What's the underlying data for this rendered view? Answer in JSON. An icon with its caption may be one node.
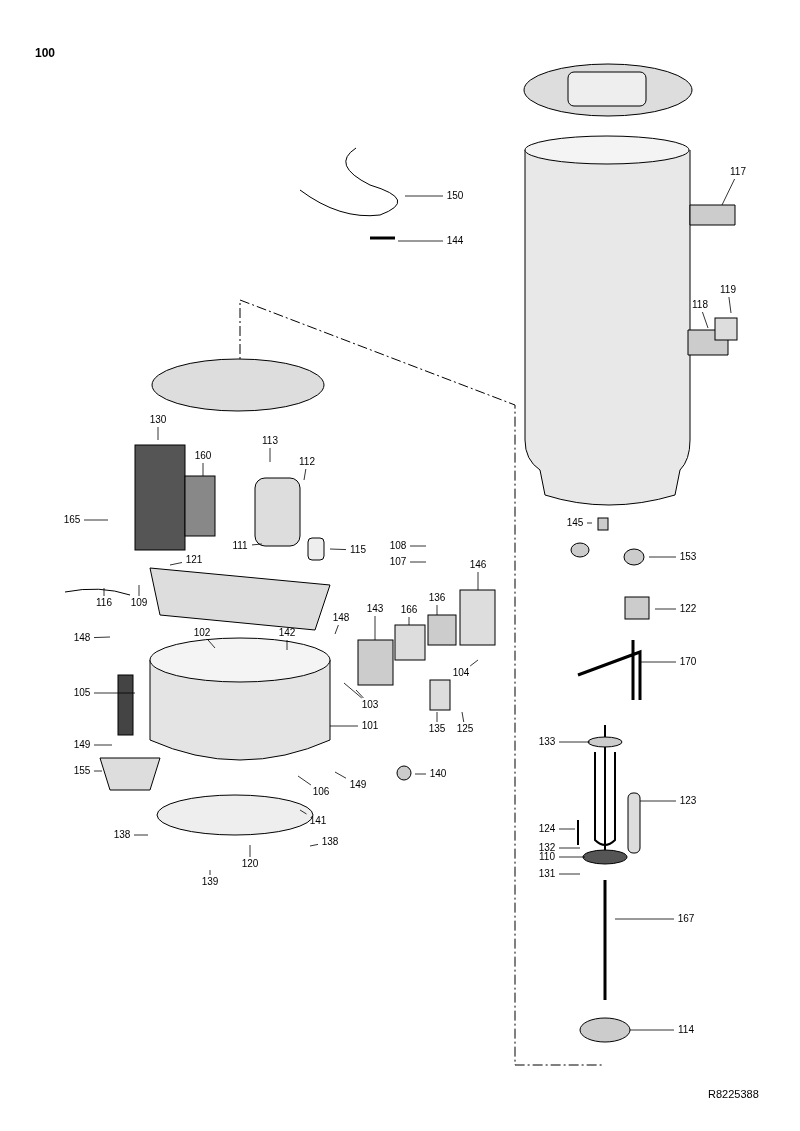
{
  "diagram": {
    "nodes": [
      {
        "text": [
          "150"
        ]
      },
      {
        "text": [
          "144"
        ]
      },
      {
        "text": [
          "117"
        ]
      },
      {
        "text": [
          "119"
        ]
      },
      {
        "text": [
          "118"
        ]
      },
      {
        "text": [
          "130"
        ]
      },
      {
        "text": [
          "113"
        ]
      },
      {
        "text": [
          "160"
        ]
      },
      {
        "text": [
          "112"
        ]
      },
      {
        "text": [
          "165"
        ]
      },
      {
        "text": [
          "145"
        ]
      },
      {
        "text": [
          "111"
        ]
      },
      {
        "text": [
          "108"
        ]
      },
      {
        "text": [
          "115"
        ]
      },
      {
        "text": [
          "153"
        ]
      },
      {
        "text": [
          "121"
        ]
      },
      {
        "text": [
          "107"
        ]
      },
      {
        "text": [
          "146"
        ]
      },
      {
        "text": [
          "136"
        ]
      },
      {
        "text": [
          "116"
        ]
      },
      {
        "text": [
          "109"
        ]
      },
      {
        "text": [
          "122"
        ]
      },
      {
        "text": [
          "143"
        ]
      },
      {
        "text": [
          "166"
        ]
      },
      {
        "text": [
          "148"
        ]
      },
      {
        "text": [
          "102"
        ]
      },
      {
        "text": [
          "142"
        ]
      },
      {
        "text": [
          "148"
        ]
      },
      {
        "text": [
          "170"
        ]
      },
      {
        "text": [
          "104"
        ]
      },
      {
        "text": [
          "105"
        ]
      },
      {
        "text": [
          "103"
        ]
      },
      {
        "text": [
          "101"
        ]
      },
      {
        "text": [
          "135"
        ]
      },
      {
        "text": [
          "125"
        ]
      },
      {
        "text": [
          "133"
        ]
      },
      {
        "text": [
          "149"
        ]
      },
      {
        "text": [
          "155"
        ]
      },
      {
        "text": [
          "140"
        ]
      },
      {
        "text": [
          "149"
        ]
      },
      {
        "text": [
          "106"
        ]
      },
      {
        "text": [
          "123"
        ]
      },
      {
        "text": [
          "141"
        ]
      },
      {
        "text": [
          "124"
        ]
      },
      {
        "text": [
          "138"
        ]
      },
      {
        "text": [
          "138"
        ]
      },
      {
        "text": [
          "132"
        ]
      },
      {
        "text": [
          "110"
        ]
      },
      {
        "text": [
          "120"
        ]
      },
      {
        "text": [
          "131"
        ]
      },
      {
        "text": [
          "139"
        ]
      },
      {
        "text": [
          "167"
        ]
      },
      {
        "text": [
          "114"
        ]
      }
    ],
    "edges": [
      {
        "from": 0,
        "to": null,
        "arrow": "none"
      },
      {
        "from": 1,
        "to": null,
        "arrow": "none"
      },
      {
        "from": 2,
        "to": null,
        "arrow": "none"
      },
      {
        "from": 3,
        "to": null,
        "arrow": "none"
      },
      {
        "from": 4,
        "to": null,
        "arrow": "none"
      },
      {
        "from": 5,
        "to": null,
        "arrow": "none"
      },
      {
        "from": 6,
        "to": null,
        "arrow": "none"
      },
      {
        "from": 7,
        "to": null,
        "arrow": "none"
      },
      {
        "from": 8,
        "to": null,
        "arrow": "none"
      },
      {
        "from": 9,
        "to": null,
        "arrow": "none"
      },
      {
        "from": 10,
        "to": null,
        "arrow": "none"
      },
      {
        "from": 11,
        "to": null,
        "arrow": "none"
      },
      {
        "from": 12,
        "to": null,
        "arrow": "none"
      },
      {
        "from": 13,
        "to": null,
        "arrow": "none"
      },
      {
        "from": 14,
        "to": null,
        "arrow": "none"
      },
      {
        "from": 15,
        "to": null,
        "arrow": "none"
      },
      {
        "from": 16,
        "to": null,
        "arrow": "none"
      },
      {
        "from": 17,
        "to": null,
        "arrow": "none"
      },
      {
        "from": 18,
        "to": null,
        "arrow": "none"
      },
      {
        "from": 19,
        "to": null,
        "arrow": "none"
      },
      {
        "from": 20,
        "to": null,
        "arrow": "none"
      },
      {
        "from": 21,
        "to": null,
        "arrow": "none"
      },
      {
        "from": 22,
        "to": null,
        "arrow": "none"
      },
      {
        "from": 23,
        "to": null,
        "arrow": "none"
      },
      {
        "from": 24,
        "to": null,
        "arrow": "none"
      },
      {
        "from": 25,
        "to": null,
        "arrow": "none"
      },
      {
        "from": 26,
        "to": null,
        "arrow": "none"
      },
      {
        "from": 27,
        "to": null,
        "arrow": "none"
      },
      {
        "from": 28,
        "to": null,
        "arrow": "none"
      },
      {
        "from": 29,
        "to": null,
        "arrow": "none"
      },
      {
        "from": 30,
        "to": null,
        "arrow": "none"
      },
      {
        "from": 31,
        "to": null,
        "arrow": "none"
      },
      {
        "from": 31,
        "to": null,
        "arrow": "none"
      },
      {
        "from": 32,
        "to": null,
        "arrow": "none"
      },
      {
        "from": 33,
        "to": null,
        "arrow": "none"
      },
      {
        "from": 34,
        "to": null,
        "arrow": "none"
      },
      {
        "from": 35,
        "to": null,
        "arrow": "none"
      },
      {
        "from": 36,
        "to": null,
        "arrow": "none"
      },
      {
        "from": 37,
        "to": null,
        "arrow": "none"
      },
      {
        "from": 38,
        "to": null,
        "arrow": "none"
      },
      {
        "from": 39,
        "to": null,
        "arrow": "none"
      },
      {
        "from": 40,
        "to": null,
        "arrow": "none"
      },
      {
        "from": 41,
        "to": null,
        "arrow": "none"
      },
      {
        "from": 42,
        "to": null,
        "arrow": "none"
      },
      {
        "from": 43,
        "to": null,
        "arrow": "none"
      },
      {
        "from": 44,
        "to": null,
        "arrow": "none"
      },
      {
        "from": 45,
        "to": null,
        "arrow": "none"
      },
      {
        "from": 46,
        "to": null,
        "arrow": "none"
      },
      {
        "from": 47,
        "to": null,
        "arrow": "none"
      },
      {
        "from": 48,
        "to": null,
        "arrow": "none"
      },
      {
        "from": 49,
        "to": null,
        "arrow": "none"
      },
      {
        "from": 50,
        "to": null,
        "arrow": "none"
      },
      {
        "from": 51,
        "to": null,
        "arrow": "none"
      },
      {
        "from": 52,
        "to": null,
        "arrow": "none"
      }
    ],
    "labels": [
      "100",
      "R8225388"
    ]
  }
}
